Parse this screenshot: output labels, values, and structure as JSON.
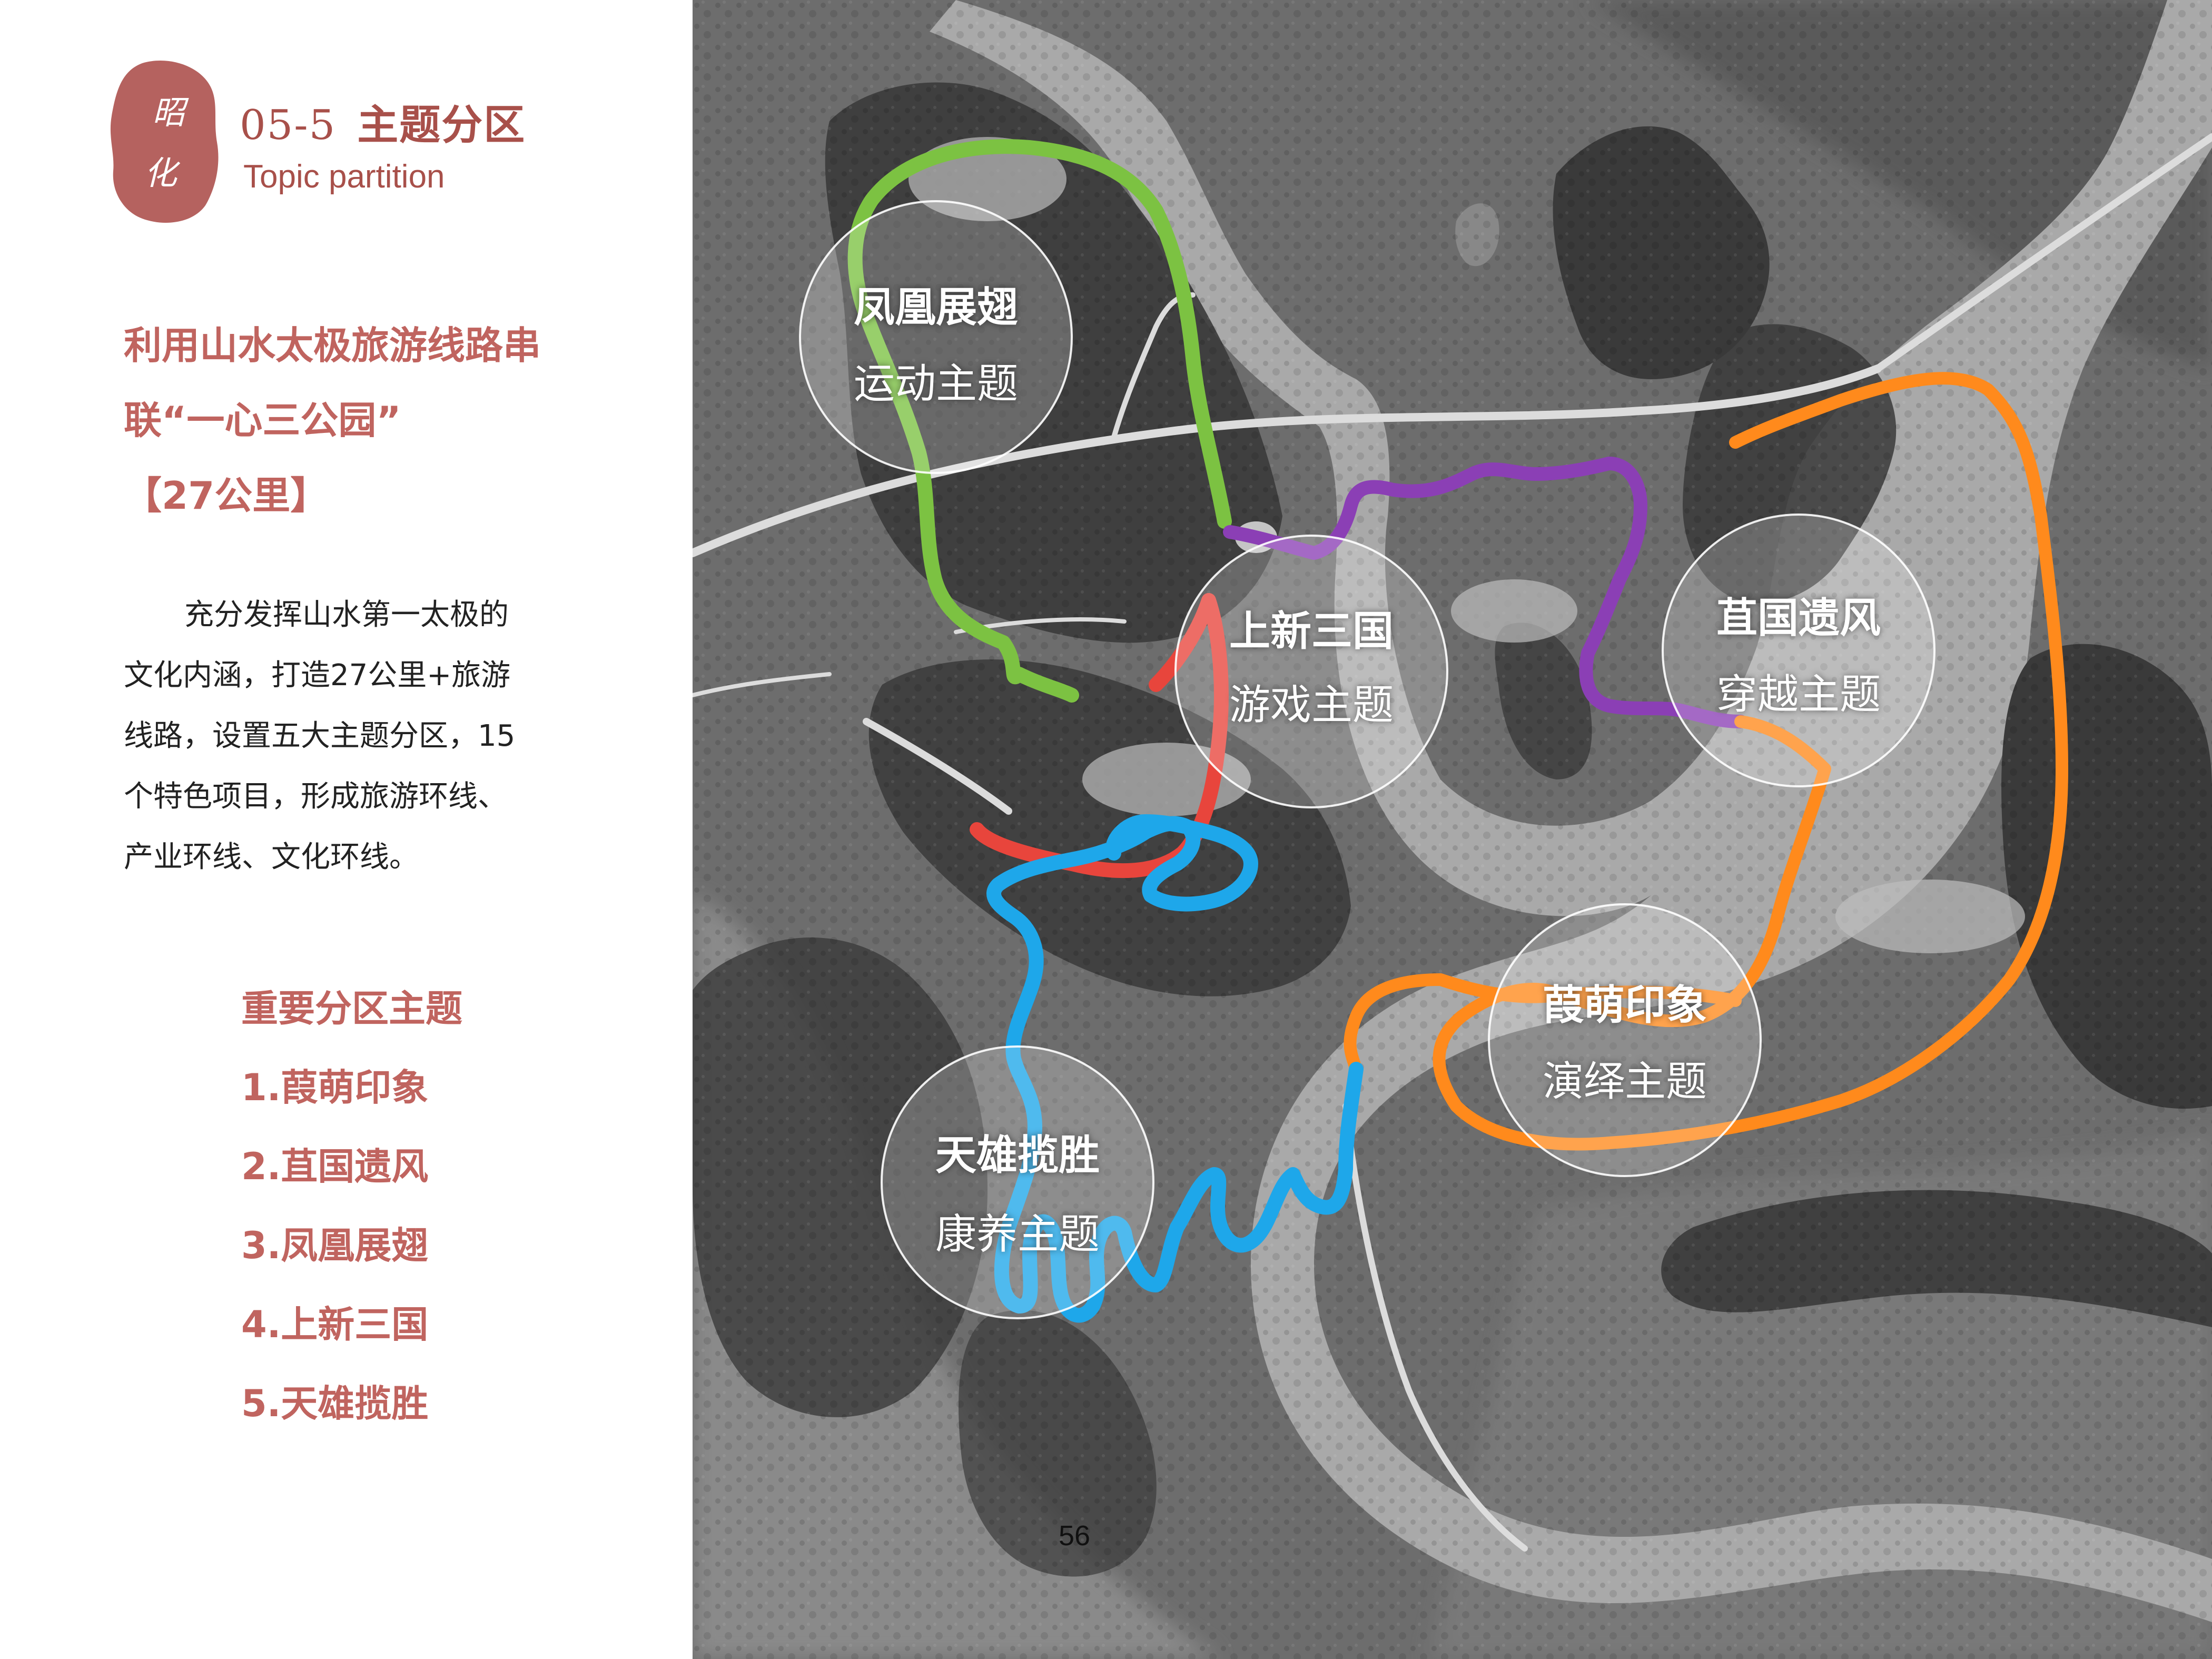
{
  "header": {
    "seal_chars": [
      "昭",
      "化"
    ],
    "section_number": "05-5",
    "title_cn": "主题分区",
    "title_en": "Topic partition"
  },
  "headline": {
    "line1": "利用山水太极旅游线路串",
    "line2": "联“一心三公园”",
    "line3": "【27公里】"
  },
  "description": {
    "lines": [
      "充分发挥山水第一太极的",
      "文化内涵，打造27公里+旅游",
      "线路，设置五大主题分区，15",
      "个特色项目，形成旅游环线、",
      "产业环线、文化环线。"
    ]
  },
  "zone_list": {
    "heading": "重要分区主题",
    "items": [
      "1.葭萌印象",
      "2.苴国遗风",
      "3.凤凰展翅",
      "4.上新三国",
      "5.天雄揽胜"
    ]
  },
  "map": {
    "zones": [
      {
        "name": "凤凰展翅",
        "theme": "运动主题",
        "route_color": "#7cc242"
      },
      {
        "name": "上新三国",
        "theme": "游戏主题",
        "route_color": "#e8453c"
      },
      {
        "name": "苴国遗风",
        "theme": "穿越主题",
        "route_color": "#8b3fb5"
      },
      {
        "name": "葭萌印象",
        "theme": "演绎主题",
        "route_color": "#ff8a1c"
      },
      {
        "name": "天雄揽胜",
        "theme": "康养主题",
        "route_color": "#1ea7ea"
      }
    ]
  },
  "colors": {
    "accent": "#c0645f",
    "seal": "#b5625f",
    "terrain_dark": "#3a3a3a",
    "river": "#a9a9a9"
  },
  "page_number": "56"
}
